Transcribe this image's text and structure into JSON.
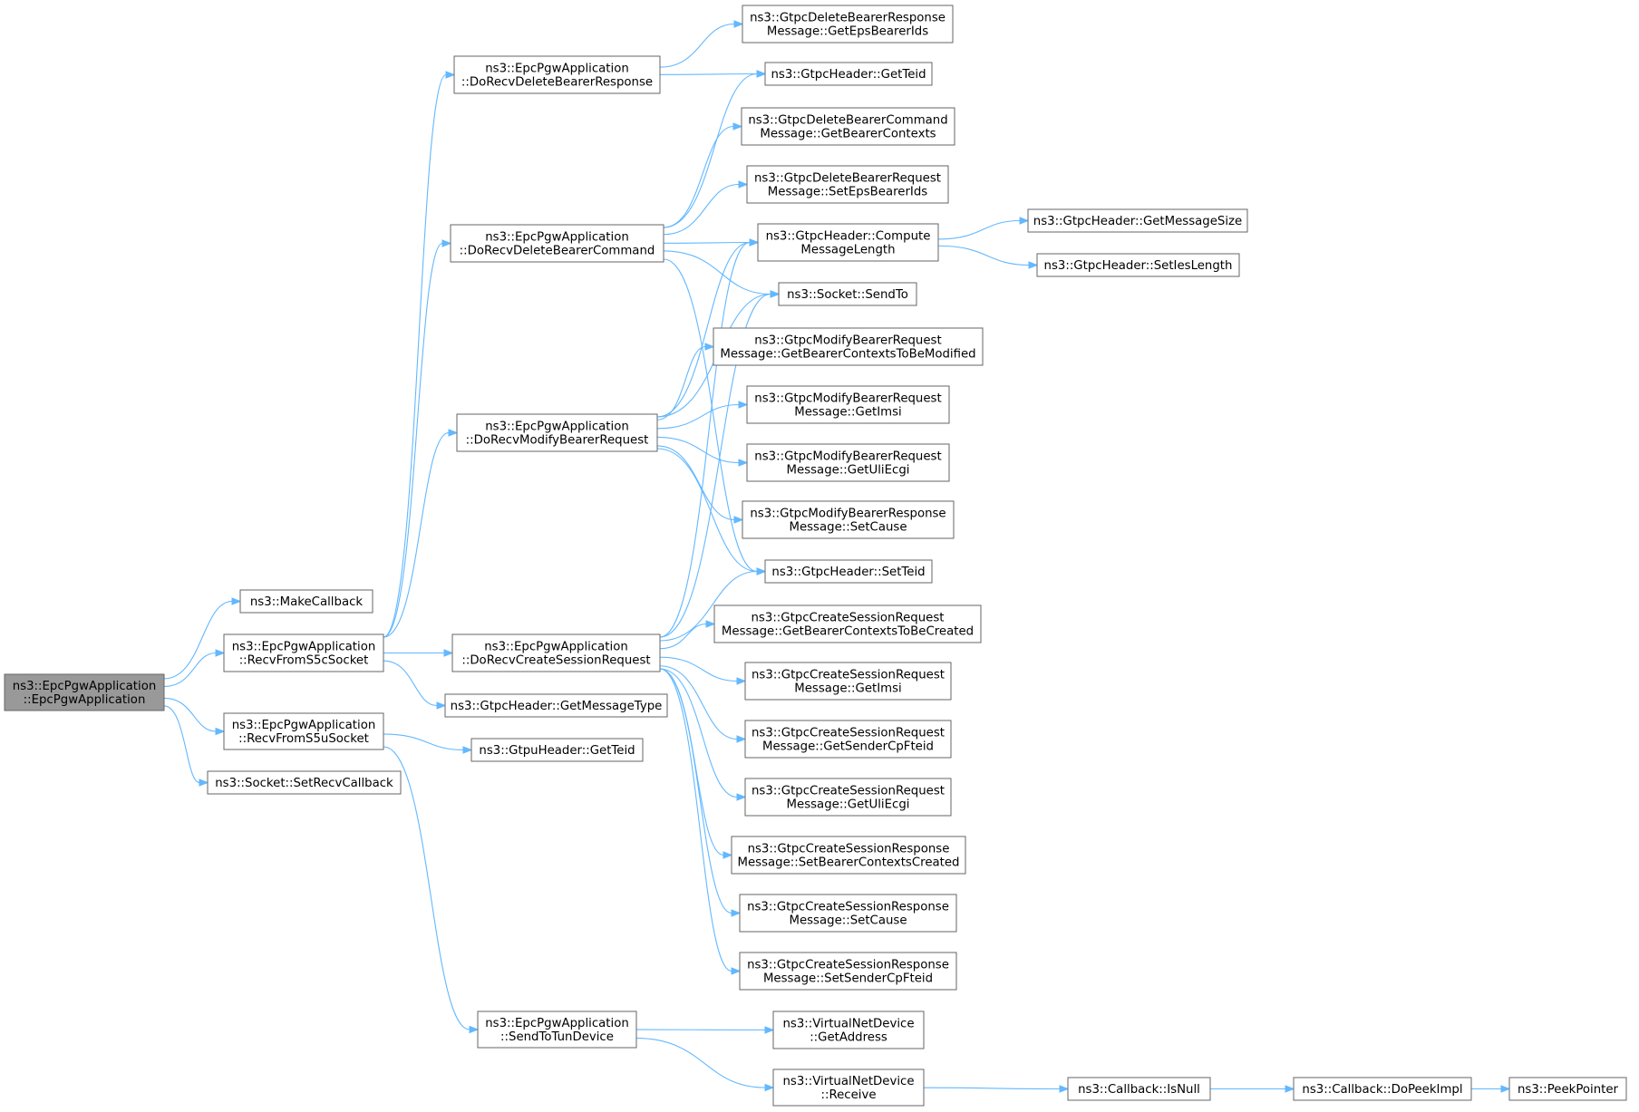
{
  "nodes": [
    {
      "id": "root",
      "lines": [
        "ns3::EpcPgwApplication",
        "::EpcPgwApplication"
      ],
      "root": true
    },
    {
      "id": "makecb",
      "lines": [
        "ns3::MakeCallback"
      ]
    },
    {
      "id": "recvS5c",
      "lines": [
        "ns3::EpcPgwApplication",
        "::RecvFromS5cSocket"
      ]
    },
    {
      "id": "recvS5u",
      "lines": [
        "ns3::EpcPgwApplication",
        "::RecvFromS5uSocket"
      ]
    },
    {
      "id": "setrecvcb",
      "lines": [
        "ns3::Socket::SetRecvCallback"
      ]
    },
    {
      "id": "delResp",
      "lines": [
        "ns3::EpcPgwApplication",
        "::DoRecvDeleteBearerResponse"
      ]
    },
    {
      "id": "delCmd",
      "lines": [
        "ns3::EpcPgwApplication",
        "::DoRecvDeleteBearerCommand"
      ]
    },
    {
      "id": "modReq",
      "lines": [
        "ns3::EpcPgwApplication",
        "::DoRecvModifyBearerRequest"
      ]
    },
    {
      "id": "createReq",
      "lines": [
        "ns3::EpcPgwApplication",
        "::DoRecvCreateSessionRequest"
      ]
    },
    {
      "id": "getMsgType",
      "lines": [
        "ns3::GtpcHeader::GetMessageType"
      ]
    },
    {
      "id": "gtpuTeid",
      "lines": [
        "ns3::GtpuHeader::GetTeid"
      ]
    },
    {
      "id": "sendTun",
      "lines": [
        "ns3::EpcPgwApplication",
        "::SendToTunDevice"
      ]
    },
    {
      "id": "delRespEps",
      "lines": [
        "ns3::GtpcDeleteBearerResponse",
        "Message::GetEpsBearerIds"
      ]
    },
    {
      "id": "getTeid",
      "lines": [
        "ns3::GtpcHeader::GetTeid"
      ]
    },
    {
      "id": "delCmdCtx",
      "lines": [
        "ns3::GtpcDeleteBearerCommand",
        "Message::GetBearerContexts"
      ]
    },
    {
      "id": "delReqEps",
      "lines": [
        "ns3::GtpcDeleteBearerRequest",
        "Message::SetEpsBearerIds"
      ]
    },
    {
      "id": "compute",
      "lines": [
        "ns3::GtpcHeader::Compute",
        "MessageLength"
      ]
    },
    {
      "id": "sendto",
      "lines": [
        "ns3::Socket::SendTo"
      ]
    },
    {
      "id": "modCtx",
      "lines": [
        "ns3::GtpcModifyBearerRequest",
        "Message::GetBearerContextsToBeModified"
      ]
    },
    {
      "id": "modImsi",
      "lines": [
        "ns3::GtpcModifyBearerRequest",
        "Message::GetImsi"
      ]
    },
    {
      "id": "modUli",
      "lines": [
        "ns3::GtpcModifyBearerRequest",
        "Message::GetUliEcgi"
      ]
    },
    {
      "id": "modRespCause",
      "lines": [
        "ns3::GtpcModifyBearerResponse",
        "Message::SetCause"
      ]
    },
    {
      "id": "setTeid",
      "lines": [
        "ns3::GtpcHeader::SetTeid"
      ]
    },
    {
      "id": "csCtx",
      "lines": [
        "ns3::GtpcCreateSessionRequest",
        "Message::GetBearerContextsToBeCreated"
      ]
    },
    {
      "id": "csImsi",
      "lines": [
        "ns3::GtpcCreateSessionRequest",
        "Message::GetImsi"
      ]
    },
    {
      "id": "csFteid",
      "lines": [
        "ns3::GtpcCreateSessionRequest",
        "Message::GetSenderCpFteid"
      ]
    },
    {
      "id": "csUli",
      "lines": [
        "ns3::GtpcCreateSessionRequest",
        "Message::GetUliEcgi"
      ]
    },
    {
      "id": "csrCtx",
      "lines": [
        "ns3::GtpcCreateSessionResponse",
        "Message::SetBearerContextsCreated"
      ]
    },
    {
      "id": "csrCause",
      "lines": [
        "ns3::GtpcCreateSessionResponse",
        "Message::SetCause"
      ]
    },
    {
      "id": "csrFteid",
      "lines": [
        "ns3::GtpcCreateSessionResponse",
        "Message::SetSenderCpFteid"
      ]
    },
    {
      "id": "getMsgSize",
      "lines": [
        "ns3::GtpcHeader::GetMessageSize"
      ]
    },
    {
      "id": "setIesLen",
      "lines": [
        "ns3::GtpcHeader::SetIesLength"
      ]
    },
    {
      "id": "vndAddr",
      "lines": [
        "ns3::VirtualNetDevice",
        "::GetAddress"
      ]
    },
    {
      "id": "vndRecv",
      "lines": [
        "ns3::VirtualNetDevice",
        "::Receive"
      ]
    },
    {
      "id": "isNull",
      "lines": [
        "ns3::Callback::IsNull"
      ]
    },
    {
      "id": "doPeek",
      "lines": [
        "ns3::Callback::DoPeekImpl"
      ]
    },
    {
      "id": "peekPtr",
      "lines": [
        "ns3::PeekPointer"
      ]
    }
  ],
  "edges": [
    [
      "root",
      "makecb"
    ],
    [
      "root",
      "recvS5c"
    ],
    [
      "root",
      "recvS5u"
    ],
    [
      "root",
      "setrecvcb"
    ],
    [
      "recvS5c",
      "delResp"
    ],
    [
      "recvS5c",
      "delCmd"
    ],
    [
      "recvS5c",
      "modReq"
    ],
    [
      "recvS5c",
      "createReq"
    ],
    [
      "recvS5c",
      "getMsgType"
    ],
    [
      "recvS5u",
      "gtpuTeid"
    ],
    [
      "recvS5u",
      "sendTun"
    ],
    [
      "delResp",
      "delRespEps"
    ],
    [
      "delResp",
      "getTeid"
    ],
    [
      "delCmd",
      "getTeid"
    ],
    [
      "delCmd",
      "delCmdCtx"
    ],
    [
      "delCmd",
      "delReqEps"
    ],
    [
      "delCmd",
      "compute"
    ],
    [
      "delCmd",
      "sendto"
    ],
    [
      "delCmd",
      "setTeid"
    ],
    [
      "modReq",
      "compute"
    ],
    [
      "modReq",
      "sendto"
    ],
    [
      "modReq",
      "modCtx"
    ],
    [
      "modReq",
      "modImsi"
    ],
    [
      "modReq",
      "modUli"
    ],
    [
      "modReq",
      "modRespCause"
    ],
    [
      "modReq",
      "setTeid"
    ],
    [
      "createReq",
      "compute"
    ],
    [
      "createReq",
      "sendto"
    ],
    [
      "createReq",
      "setTeid"
    ],
    [
      "createReq",
      "csCtx"
    ],
    [
      "createReq",
      "csImsi"
    ],
    [
      "createReq",
      "csFteid"
    ],
    [
      "createReq",
      "csUli"
    ],
    [
      "createReq",
      "csrCtx"
    ],
    [
      "createReq",
      "csrCause"
    ],
    [
      "createReq",
      "csrFteid"
    ],
    [
      "compute",
      "getMsgSize"
    ],
    [
      "compute",
      "setIesLen"
    ],
    [
      "sendTun",
      "vndAddr"
    ],
    [
      "sendTun",
      "vndRecv"
    ],
    [
      "vndRecv",
      "isNull"
    ],
    [
      "isNull",
      "doPeek"
    ],
    [
      "doPeek",
      "peekPtr"
    ]
  ],
  "colors": {
    "edge": "#63b8ff",
    "node_border": "#666666",
    "root_fill": "#999999"
  }
}
